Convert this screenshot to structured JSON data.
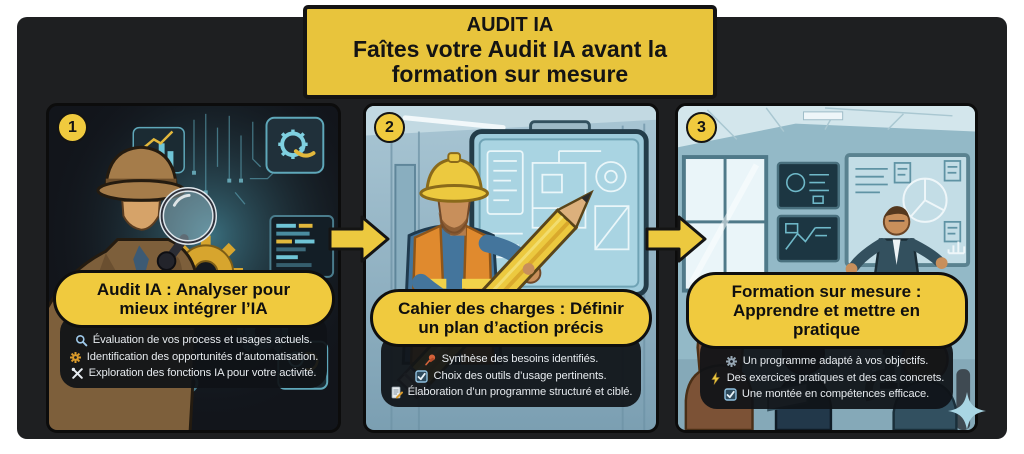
{
  "banner": {
    "lines": [
      "AUDIT IA",
      "Faîtes votre Audit IA avant la",
      "formation sur mesure"
    ]
  },
  "colors": {
    "accent_yellow": "#E8C43C",
    "frame_background": "#1E1F21",
    "page_background": "#FFFFFF",
    "bullet_box": "#0F1217",
    "text_dark": "#141414",
    "text_light": "#E6EAEE"
  },
  "icons": {
    "step_arrow": "arrow-right-icon",
    "decoration": "sparkle-icon",
    "bullet_icons": [
      "magnifier-icon",
      "gear-icon",
      "tools-icon",
      "pushpin-icon",
      "checkbox-icon",
      "document-pencil-icon",
      "lightning-icon"
    ]
  },
  "panels": [
    {
      "number": "1",
      "title": "Audit IA : Analyser pour mieux intégrer l’IA",
      "illustration": "detective-with-magnifying-glass-gears-and-circuits",
      "bullets": [
        {
          "icon": "magnifier-icon",
          "text": "Évaluation de vos process et usages actuels."
        },
        {
          "icon": "gear-icon",
          "text": "Identification des opportunités d’automatisation."
        },
        {
          "icon": "tools-icon",
          "text": "Exploration des fonctions IA pour votre activité."
        }
      ]
    },
    {
      "number": "2",
      "title": "Cahier des charges : Définir un plan d’action précis",
      "illustration": "engineer-with-giant-pencil-in-front-of-blueprint-screen",
      "bullets": [
        {
          "icon": "pushpin-icon",
          "text": "Synthèse des besoins identifiés."
        },
        {
          "icon": "checkbox-icon",
          "text": "Choix des outils d’usage pertinents."
        },
        {
          "icon": "document-pencil-icon",
          "text": "Élaboration d’un programme structuré et ciblé."
        }
      ]
    },
    {
      "number": "3",
      "title": "Formation sur mesure : Apprendre et mettre en pratique",
      "illustration": "classroom-training-session-with-trainer-and-audience",
      "bullets": [
        {
          "icon": "gear-icon",
          "text": "Un programme adapté à vos objectifs."
        },
        {
          "icon": "lightning-icon",
          "text": "Des exercices pratiques et des cas concrets."
        },
        {
          "icon": "checkbox-icon",
          "text": "Une montée en compétences efficace."
        }
      ]
    }
  ]
}
